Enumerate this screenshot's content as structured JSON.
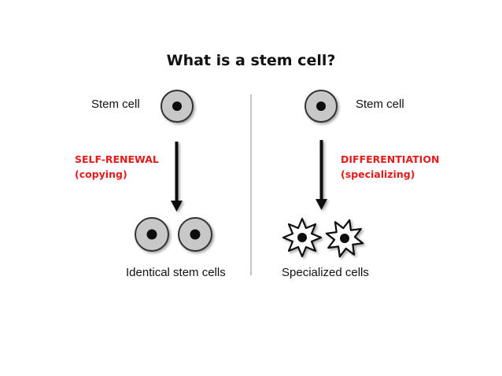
{
  "title": "What is a stem cell?",
  "left_panel": {
    "stem_label": "Stem cell",
    "process_name": "SELF-RENEWAL",
    "process_note": "(copying)",
    "result_label": "Identical stem cells"
  },
  "right_panel": {
    "stem_label": "Stem cell",
    "process_name": "DIFFERENTIATION",
    "process_note": "(specializing)",
    "result_label": "Specialized cells"
  },
  "colors": {
    "process_text": "#e31b1b",
    "cell_fill": "#c8c8c8",
    "cell_stroke": "#333333",
    "nucleus": "#111111",
    "divider": "#888888"
  }
}
